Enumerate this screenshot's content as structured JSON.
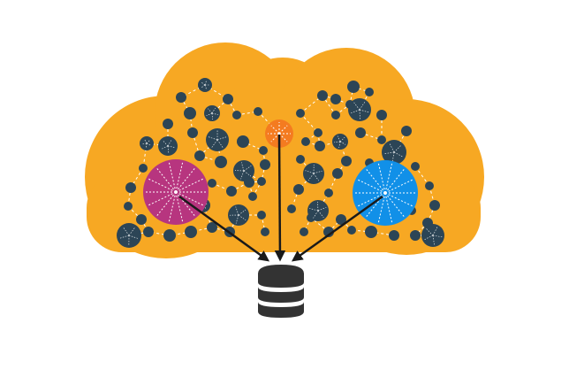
{
  "colors": {
    "background": "#ffffff",
    "cloud": "#F7A823",
    "node": "#2C4556",
    "hub_magenta": "#B7357F",
    "hub_blue": "#1190E8",
    "hub_orange": "#F47B20",
    "arrow": "#1a1a1a",
    "database": "#333333",
    "links": "#ffffff"
  },
  "icons": {
    "cloud": "cloud-shape",
    "database": "database-icon",
    "network": "network-graph"
  },
  "hubs": [
    {
      "name": "hub-magenta",
      "color_key": "hub_magenta"
    },
    {
      "name": "hub-orange",
      "color_key": "hub_orange"
    },
    {
      "name": "hub-blue",
      "color_key": "hub_blue"
    }
  ]
}
